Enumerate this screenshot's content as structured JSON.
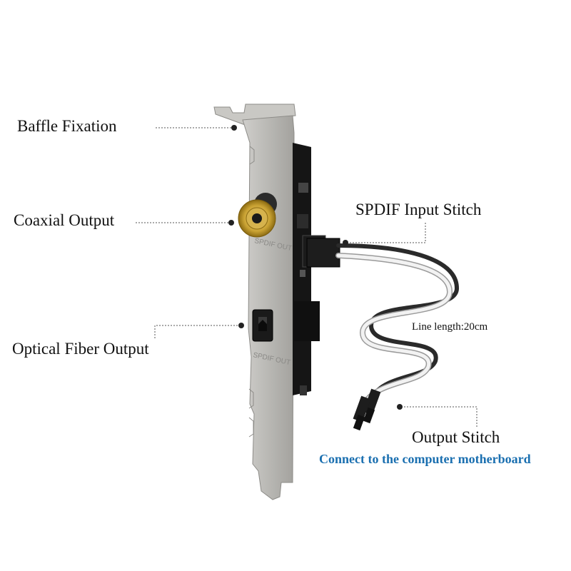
{
  "labels": {
    "baffle_fixation": "Baffle Fixation",
    "coaxial_output": "Coaxial Output",
    "optical_fiber_output": "Optical Fiber Output",
    "spdif_input_stitch": "SPDIF Input Stitch",
    "line_length": "Line length:20cm",
    "output_stitch": "Output Stitch",
    "connect_note": "Connect to the computer motherboard"
  },
  "bracket_text": {
    "coax_port_marking": "SPDIF OUT",
    "optical_port_marking": "SPDIF OUT"
  },
  "colors": {
    "label_text": "#111111",
    "connect_note": "#1a6fb0",
    "bracket_metal": "#bdbcb8",
    "pcb": "#151515",
    "rca_gold": "#c9a233",
    "cable_black": "#2a2a2a",
    "cable_white": "#f2f2f2",
    "leader_line": "#555555"
  }
}
